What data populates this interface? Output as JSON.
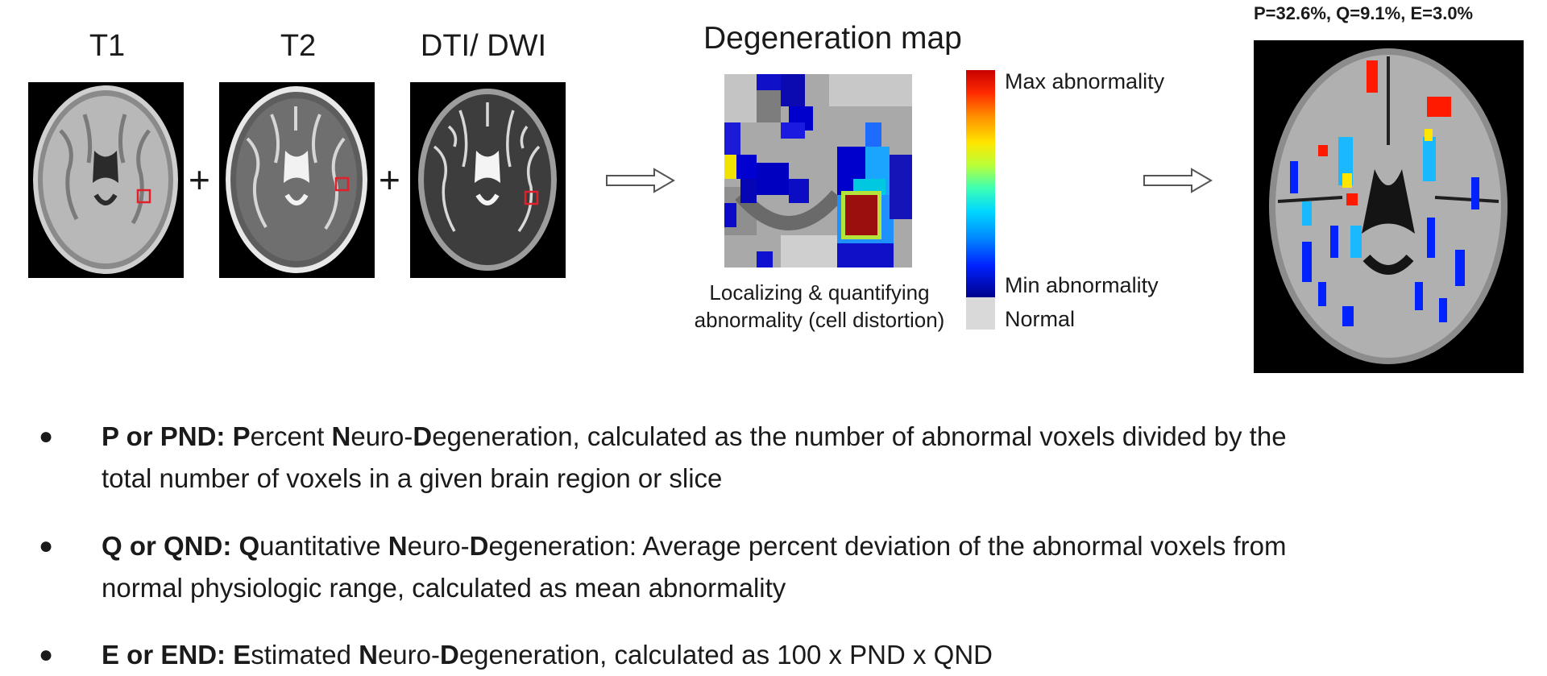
{
  "inputs": {
    "t1_label": "T1",
    "t2_label": "T2",
    "dti_label": "DTI/ DWI",
    "plus": "+"
  },
  "degeneration_map": {
    "title": "Degeneration map",
    "caption_line1": "Localizing & quantifying",
    "caption_line2": "abnormality (cell distortion)"
  },
  "legend": {
    "max": "Max abnormality",
    "min": "Min abnormality",
    "normal": "Normal"
  },
  "result": {
    "metrics": "P=32.6%, Q=9.1%, E=3.0%"
  },
  "bullets": [
    {
      "bold_prefix": "P or PND: ",
      "parts": [
        [
          "P",
          true
        ],
        [
          "ercent ",
          false
        ],
        [
          "N",
          true
        ],
        [
          "euro-",
          false
        ],
        [
          "D",
          true
        ],
        [
          "egeneration, calculated as the number of abnormal voxels divided by the",
          false
        ]
      ],
      "line2": "total number of voxels in a given brain region or slice"
    },
    {
      "bold_prefix": "Q or QND: ",
      "parts": [
        [
          "Q",
          true
        ],
        [
          "uantitative ",
          false
        ],
        [
          "N",
          true
        ],
        [
          "euro-",
          false
        ],
        [
          "D",
          true
        ],
        [
          "egeneration: Average percent deviation of the abnormal voxels from",
          false
        ]
      ],
      "line2": "normal physiologic range, calculated as mean abnormality"
    },
    {
      "bold_prefix": "E or END: ",
      "parts": [
        [
          "E",
          true
        ],
        [
          "stimated ",
          false
        ],
        [
          "N",
          true
        ],
        [
          "euro-",
          false
        ],
        [
          "D",
          true
        ],
        [
          "egeneration, calculated as 100 x PND x QND",
          false
        ]
      ],
      "line2": ""
    }
  ],
  "colors": {
    "roi_box": "#e0202a",
    "colorbar_top": "#cc0000",
    "colorbar_bottom": "#00008b",
    "normal_swatch": "#d9d9d9"
  }
}
